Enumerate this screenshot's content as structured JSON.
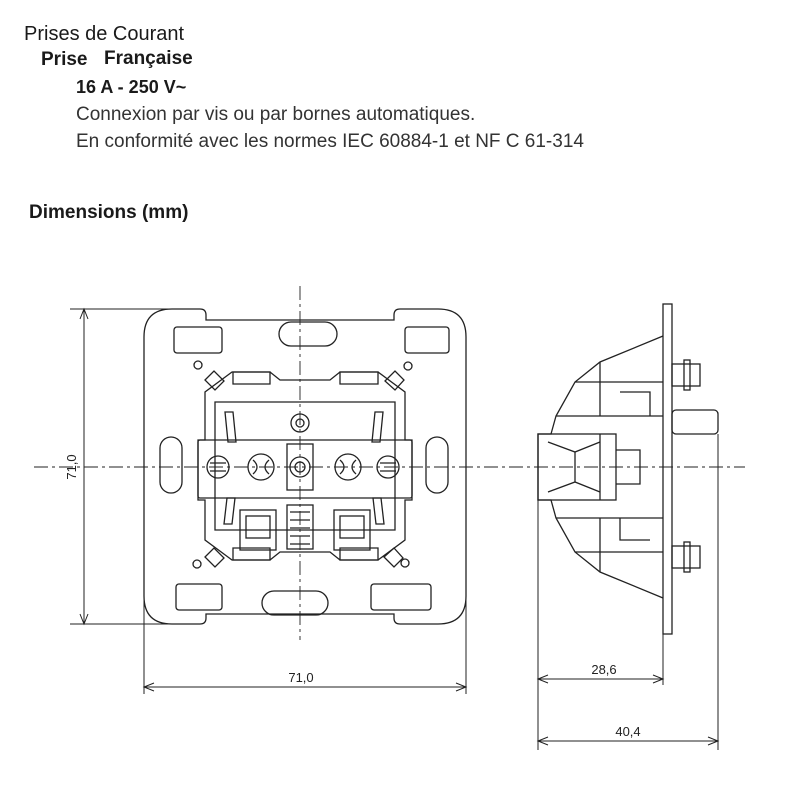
{
  "header": {
    "title": "Prises de Courant",
    "subtitle_word1": "Prise",
    "subtitle_word2": "Française",
    "rating": "16 A - 250 V~",
    "description_line1": "Connexion par vis ou par bornes automatiques.",
    "description_line2": "En conformité avec les normes IEC 60884-1 et NF C 61-314"
  },
  "section": {
    "heading": "Dimensions (mm)"
  },
  "dimensions": {
    "front_height": "71,0",
    "front_width": "71,0",
    "side_depth_inner": "28,6",
    "side_depth_total": "40,4"
  }
}
